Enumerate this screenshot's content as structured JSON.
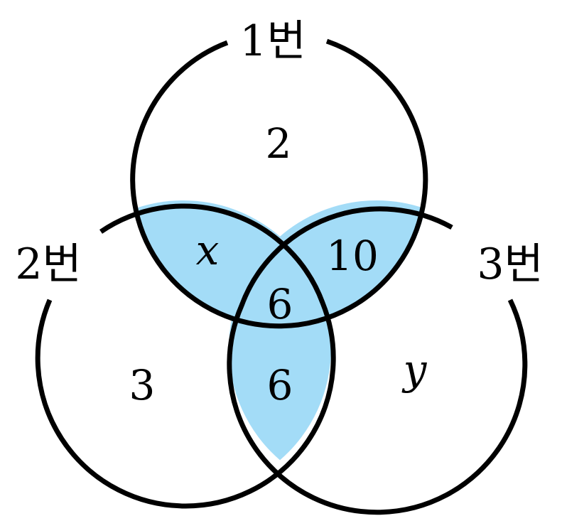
{
  "diagram": {
    "type": "venn",
    "sets": [
      {
        "id": "set1",
        "label": "1번"
      },
      {
        "id": "set2",
        "label": "2번"
      },
      {
        "id": "set3",
        "label": "3번"
      }
    ],
    "regions": {
      "only_1": "2",
      "only_2": "3",
      "only_3": "y",
      "set1_and_2": "x",
      "set1_and_3": "10",
      "set2_and_3": "6",
      "all_three": "6"
    },
    "highlight_color": "#a3dcf7",
    "line_color": "#000000"
  }
}
